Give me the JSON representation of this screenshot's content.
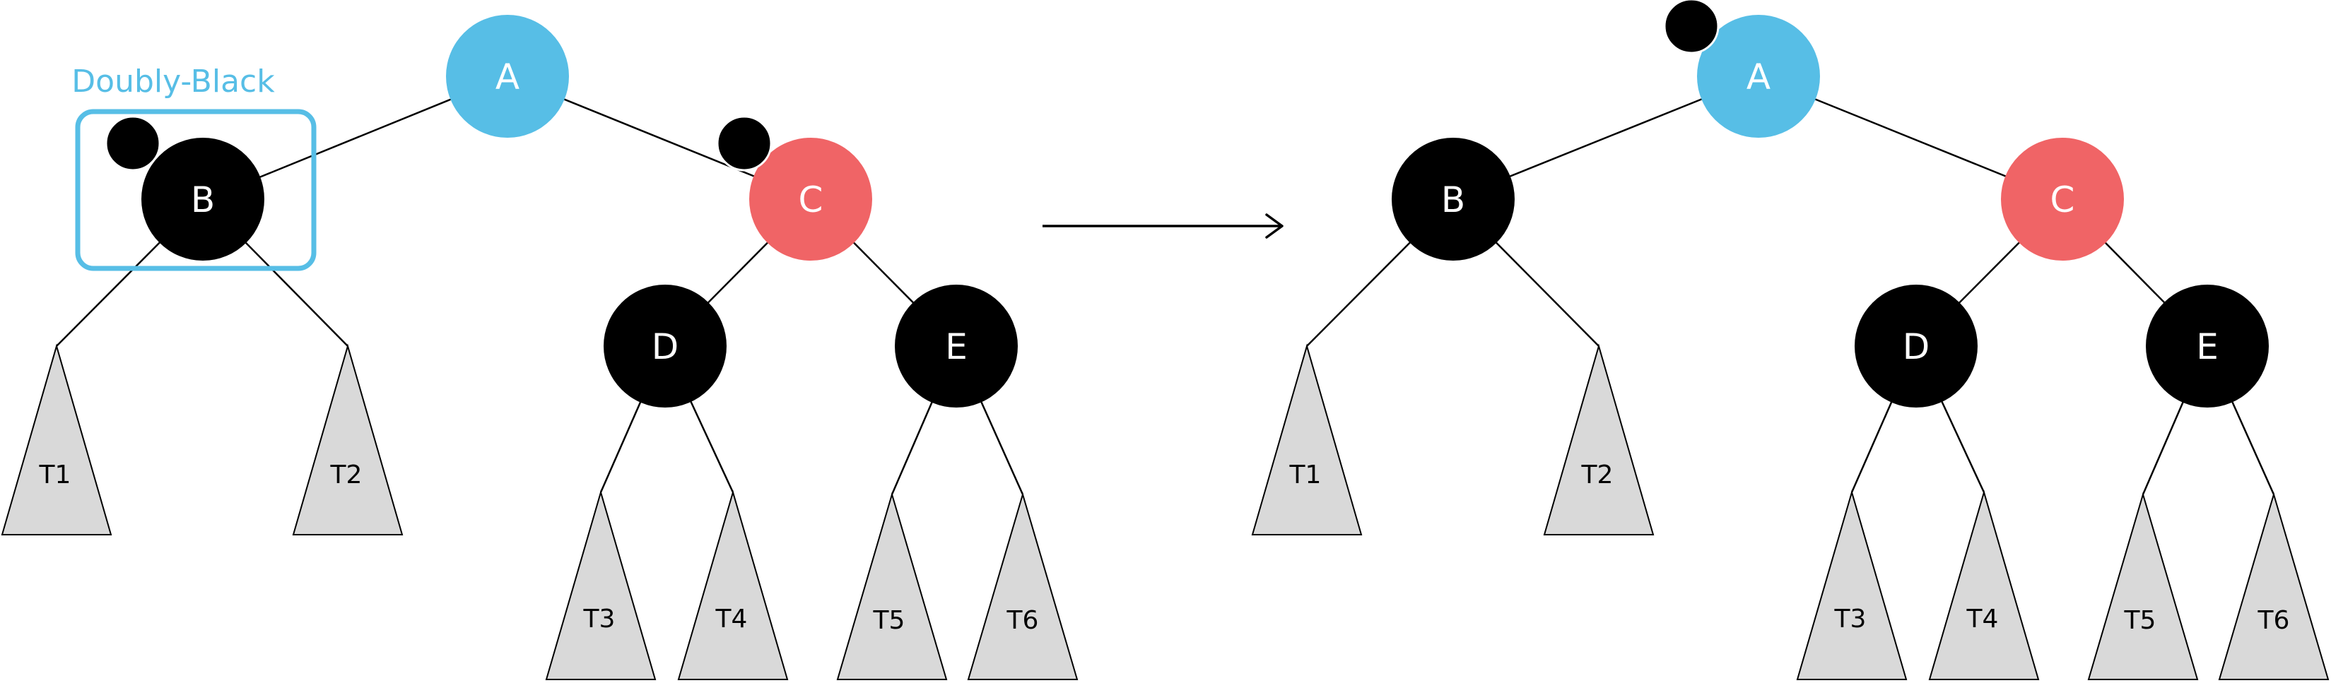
{
  "colors": {
    "blue_node": "#57BEE6",
    "red_node": "#F06466",
    "black_node": "#000000",
    "subtree_fill": "#D9D9D9",
    "highlight": "#57BEE6"
  },
  "annotation": {
    "doubly_black_label": "Doubly-Black"
  },
  "before": {
    "nodes": {
      "a": {
        "label": "A",
        "color": "blue"
      },
      "b": {
        "label": "B",
        "color": "black"
      },
      "c": {
        "label": "C",
        "color": "red"
      },
      "d": {
        "label": "D",
        "color": "black"
      },
      "e": {
        "label": "E",
        "color": "black"
      }
    },
    "subtrees": {
      "t1": "T1",
      "t2": "T2",
      "t3": "T3",
      "t4": "T4",
      "t5": "T5",
      "t6": "T6"
    }
  },
  "after": {
    "nodes": {
      "a": {
        "label": "A",
        "color": "blue"
      },
      "b": {
        "label": "B",
        "color": "black"
      },
      "c": {
        "label": "C",
        "color": "red"
      },
      "d": {
        "label": "D",
        "color": "black"
      },
      "e": {
        "label": "E",
        "color": "black"
      }
    },
    "subtrees": {
      "t1": "T1",
      "t2": "T2",
      "t3": "T3",
      "t4": "T4",
      "t5": "T5",
      "t6": "T6"
    }
  },
  "arrow": {
    "icon": "right-arrow-icon"
  }
}
